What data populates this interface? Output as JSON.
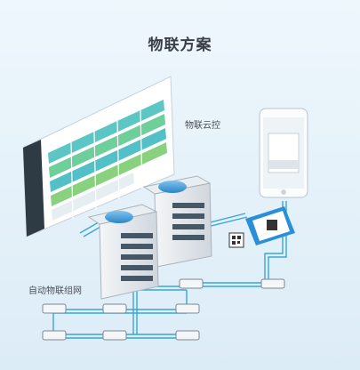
{
  "title": "物联方案",
  "labels": {
    "cloud_control": "物联云控",
    "auto_network": "自动物联组网"
  }
}
